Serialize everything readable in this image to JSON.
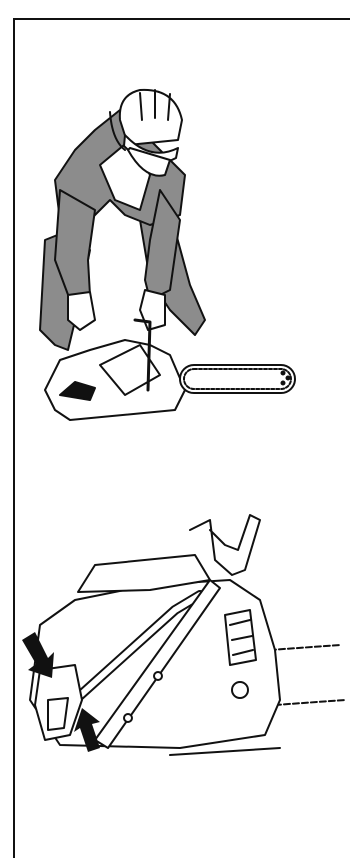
{
  "document": {
    "figures": [
      {
        "id": "figure-operator-starting-chainsaw",
        "icon": "operator-holding-chainsaw-illustration"
      },
      {
        "id": "figure-chainsaw-chain-brake-closeup",
        "icon": "chainsaw-brake-arrows-illustration"
      }
    ],
    "colors": {
      "ink": "#111111",
      "fill_gray": "#8c8c8c",
      "paper": "#ffffff"
    }
  }
}
